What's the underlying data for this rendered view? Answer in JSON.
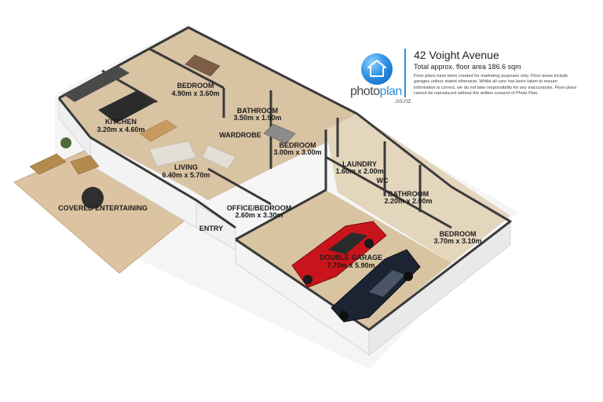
{
  "property": {
    "address": "42 Voight Avenue",
    "floor_area": "Total approx. floor area 186.6 sqm",
    "disclaimer": "Floor plans have been created for marketing purposes only. Floor areas include garages unless stated otherwise. Whilst all care has been taken to ensure information is correct, we do not take responsibility for any inaccuracies. Floor plans cannot be reproduced without the written consent of Photo Plan."
  },
  "brand": {
    "name_main": "photo",
    "name_accent": "plan",
    "suffix": ".co.nz",
    "icon": "house-logo-icon",
    "accent_color": "#2f8fe0"
  },
  "rooms": {
    "bedroom_master": {
      "label": "BEDROOM",
      "dims": "4.90m x 3.60m"
    },
    "kitchen": {
      "label": "KITCHEN",
      "dims": "3.20m x 4.60m"
    },
    "bathroom_main": {
      "label": "BATHROOM",
      "dims": "3.50m x 1.90m"
    },
    "wardrobe": {
      "label": "WARDROBE"
    },
    "bedroom_two": {
      "label": "BEDROOM",
      "dims": "3.00m x 3.00m"
    },
    "living": {
      "label": "LIVING",
      "dims": "6.40m x 5.70m"
    },
    "laundry": {
      "label": "LAUNDRY",
      "dims": "1.60m x 2.00m"
    },
    "wc": {
      "label": "WC"
    },
    "bathroom_two": {
      "label": "BATHROOM",
      "dims": "2.20m x 2.00m"
    },
    "covered_entertaining": {
      "label": "COVERED ENTERTAINING"
    },
    "office": {
      "label": "OFFICE/BEDROOM",
      "dims": "2.60m x 3.30m"
    },
    "entry": {
      "label": "ENTRY"
    },
    "bedroom_three": {
      "label": "BEDROOM",
      "dims": "3.70m x 3.10m"
    },
    "garage": {
      "label": "DOUBLE GARAGE",
      "dims": "7.70m x 5.90m"
    }
  },
  "colors": {
    "floor": "#d8c3a3",
    "deck": "#ddc4a2",
    "wall_top": "#3a3a3a",
    "wall_face": "#f2f2f2",
    "car_red": "#c8141a",
    "car_navy": "#1c2333"
  }
}
